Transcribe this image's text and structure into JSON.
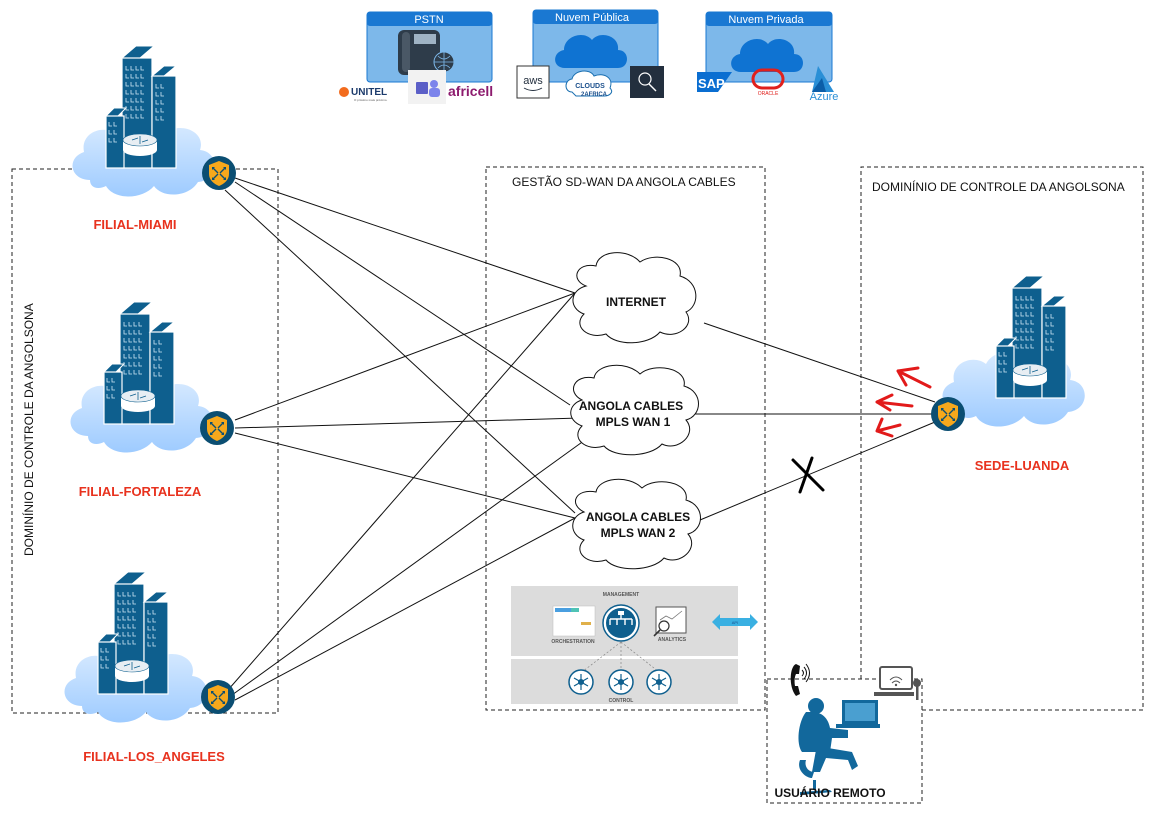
{
  "colors": {
    "site_label": "#e8321e",
    "building": "#0e5f8e",
    "cloud_light": "#b9d8ff",
    "router_badge": "#0b4e72",
    "shield": "#f6a81c",
    "service_header": "#1a78d2",
    "service_body": "#7db8ea"
  },
  "zones": {
    "left": {
      "title": "DOMINÍNIO DE CONTROLE DA ANGOLSONA"
    },
    "center": {
      "title": "GESTÃO SD-WAN DA ANGOLA CABLES"
    },
    "right": {
      "title": "DOMINÍNIO DE CONTROLE DA ANGOLSONA"
    }
  },
  "services": [
    {
      "title": "PSTN",
      "icon": "desk-phone-globe-icon",
      "logos": [
        "UNITEL",
        "O próximo mais próximo.",
        "teams",
        "africell"
      ]
    },
    {
      "title": "Nuvem Pública",
      "icon": "cloud-icon",
      "logos": [
        "aws",
        "CLOUDS",
        "2AFRICA",
        "search"
      ]
    },
    {
      "title": "Nuvem Privada",
      "icon": "cloud-icon",
      "logos": [
        "SAP",
        "ORACLE",
        "Azure"
      ]
    }
  ],
  "sites": {
    "miami": {
      "label": "FILIAL-MIAMI"
    },
    "fortaleza": {
      "label": "FILIAL-FORTALEZA"
    },
    "los_angeles": {
      "label": "FILIAL-LOS_ANGELES"
    },
    "luanda": {
      "label": "SEDE-LUANDA"
    }
  },
  "transports": {
    "internet": {
      "label": "INTERNET"
    },
    "mpls1": {
      "line1": "ANGOLA CABLES",
      "line2": "MPLS WAN 1"
    },
    "mpls2": {
      "line1": "ANGOLA CABLES",
      "line2": "MPLS WAN 2"
    }
  },
  "links": [
    {
      "from": "miami",
      "to": "internet",
      "status": "up"
    },
    {
      "from": "miami",
      "to": "mpls1",
      "status": "up"
    },
    {
      "from": "miami",
      "to": "mpls2",
      "status": "up"
    },
    {
      "from": "fortaleza",
      "to": "internet",
      "status": "up"
    },
    {
      "from": "fortaleza",
      "to": "mpls1",
      "status": "up"
    },
    {
      "from": "fortaleza",
      "to": "mpls2",
      "status": "up"
    },
    {
      "from": "los_angeles",
      "to": "internet",
      "status": "up"
    },
    {
      "from": "los_angeles",
      "to": "mpls1",
      "status": "up"
    },
    {
      "from": "los_angeles",
      "to": "mpls2",
      "status": "up"
    },
    {
      "from": "luanda",
      "to": "internet",
      "status": "up"
    },
    {
      "from": "luanda",
      "to": "mpls1",
      "status": "up"
    },
    {
      "from": "luanda",
      "to": "mpls2",
      "status": "down"
    }
  ],
  "sdwan_panel": {
    "management": "MANAGEMENT",
    "orchestration": "ORCHESTRATION",
    "analytics": "ANALYTICS",
    "control": "CONTROL",
    "api": "API"
  },
  "remote_user": {
    "label": "USUÁRIO REMOTO"
  }
}
